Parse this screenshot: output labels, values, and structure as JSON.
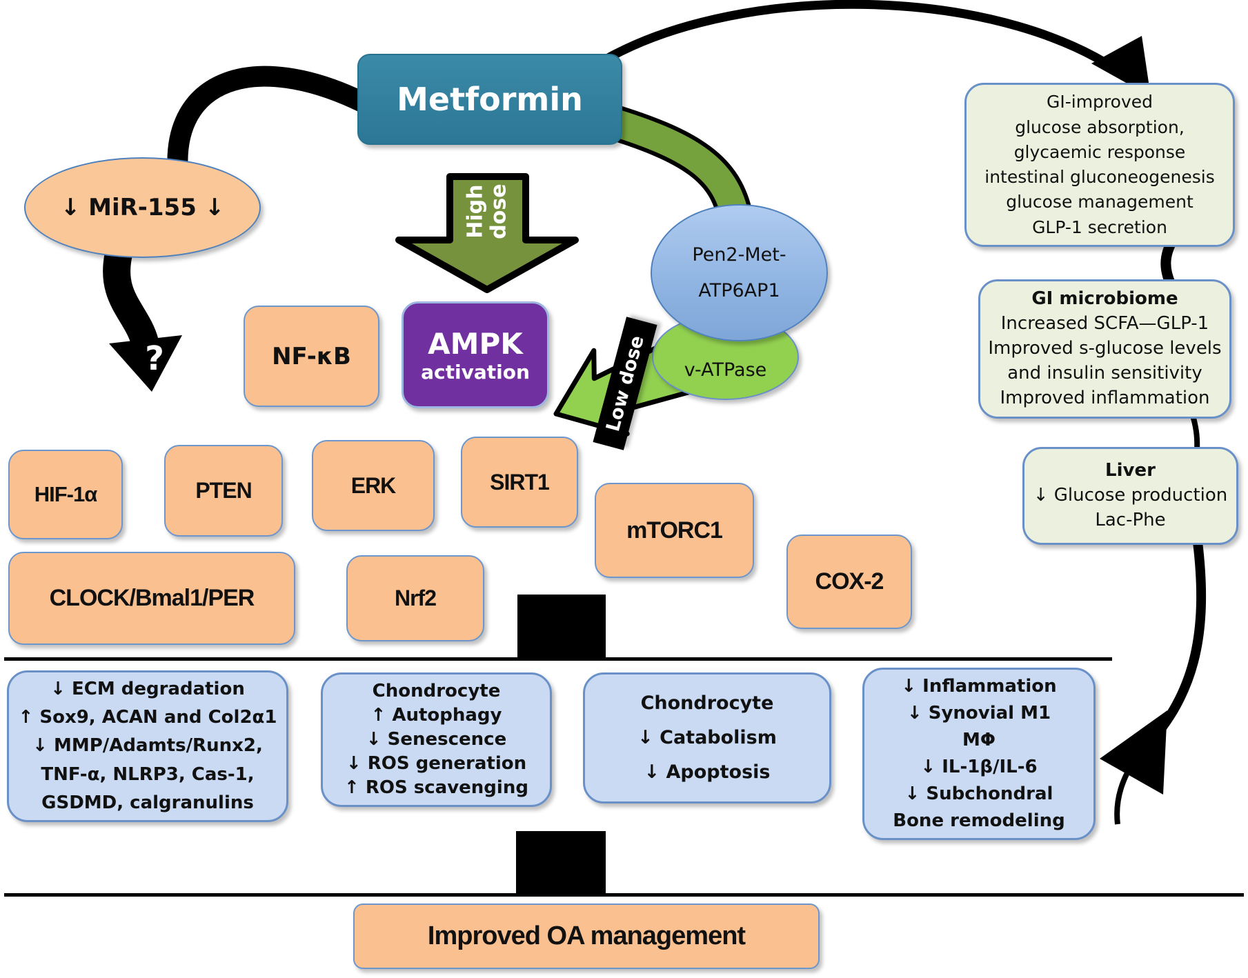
{
  "colors": {
    "teal": "#2C7795",
    "orange": "#FAC090",
    "purple": "#7030A0",
    "olive_arrow": "#76923C",
    "bright_green": "#92D050",
    "blue_ellipse": "#94B9E8",
    "pale_green_box": "#EBF1DE",
    "pale_blue_box": "#C9DAF2",
    "border_blue": "#6A90C8",
    "connector_black": "#000000"
  },
  "metformin": {
    "label": "Metformin"
  },
  "mir155": {
    "label": "↓ MiR-155 ↓",
    "question": "?"
  },
  "high_dose": {
    "lines": [
      "High",
      "dose"
    ]
  },
  "low_dose": {
    "label": "Low dose"
  },
  "nfkb": {
    "label": "NF-κB"
  },
  "ampk": {
    "title": "AMPK",
    "subtitle": "activation"
  },
  "pen2": {
    "lines": [
      "Pen2-Met-",
      "ATP6AP1"
    ]
  },
  "vatpase": {
    "label": "v-ATPase"
  },
  "mediators": {
    "hif1a": "HIF-1α",
    "pten": "PTEN",
    "erk": "ERK",
    "sirt1": "SIRT1",
    "mtorc1": "mTORC1",
    "cox2": "COX-2",
    "clock": "CLOCK/Bmal1/PER",
    "nrf2": "Nrf2"
  },
  "gi_pathway": {
    "box1": {
      "lines": [
        "GI-improved",
        "glucose absorption,",
        "glycaemic response",
        "intestinal gluconeogenesis",
        "glucose management",
        "GLP-1 secretion"
      ]
    },
    "box2": {
      "title": "GI microbiome",
      "lines": [
        "Increased SCFA—GLP-1",
        "Improved s-glucose levels",
        "and insulin sensitivity",
        "Improved inflammation"
      ]
    },
    "box3": {
      "title": "Liver",
      "lines": [
        "↓ Glucose production",
        "Lac-Phe"
      ]
    }
  },
  "outcomes": {
    "ecm": {
      "lines": [
        "↓ ECM degradation",
        "↑ Sox9, ACAN and Col2α1",
        "↓ MMP/Adamts/Runx2,",
        "TNF-α, NLRP3, Cas-1,",
        "GSDMD, calgranulins"
      ]
    },
    "autophagy": {
      "lines": [
        "Chondrocyte",
        "↑ Autophagy",
        "↓ Senescence",
        "↓ ROS generation",
        "↑ ROS scavenging"
      ]
    },
    "catabolism": {
      "lines": [
        "Chondrocyte",
        "↓ Catabolism",
        "↓ Apoptosis"
      ]
    },
    "inflammation": {
      "lines": [
        "↓ Inflammation",
        "↓ Synovial M1",
        "MΦ",
        "↓ IL-1β/IL-6",
        "↓ Subchondral",
        "Bone remodeling"
      ]
    }
  },
  "footer": {
    "label": "Improved OA management"
  }
}
